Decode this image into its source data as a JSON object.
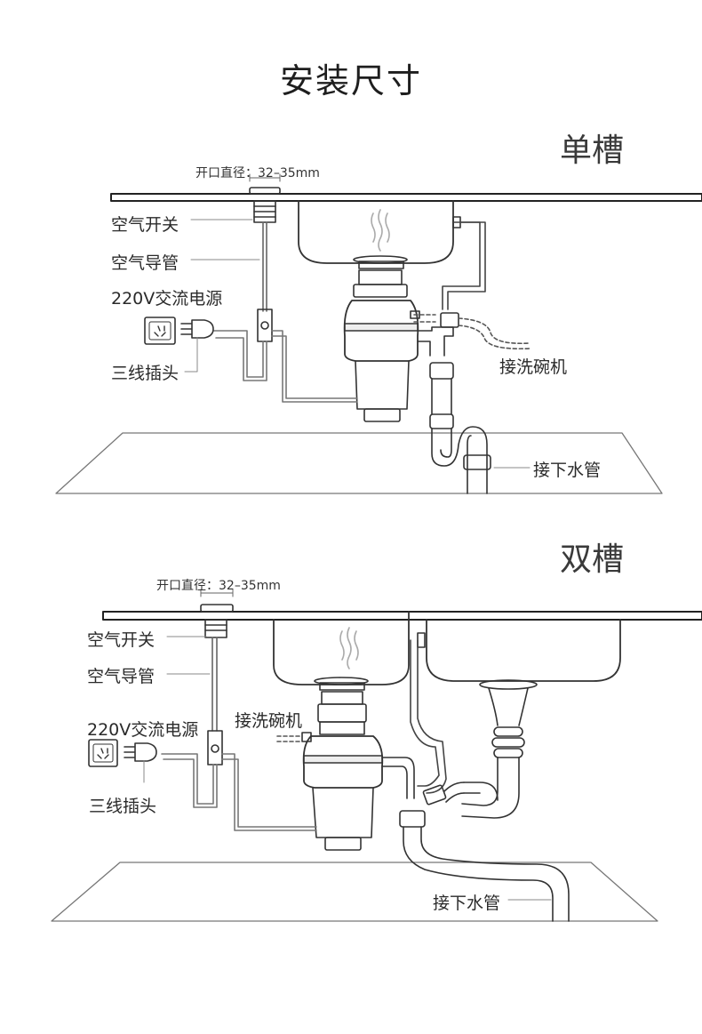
{
  "title": "安装尺寸",
  "single": {
    "heading": "单槽",
    "opening": "开口直径：32–35mm",
    "air_switch": "空气开关",
    "air_tube": "空气导管",
    "power": "220V交流电源",
    "plug": "三线插头",
    "dishwasher": "接洗碗机",
    "drain": "接下水管"
  },
  "double": {
    "heading": "双槽",
    "opening": "开口直径：32–35mm",
    "air_switch": "空气开关",
    "air_tube": "空气导管",
    "power": "220V交流电源",
    "plug": "三线插头",
    "dishwasher": "接洗碗机",
    "drain": "接下水管"
  }
}
